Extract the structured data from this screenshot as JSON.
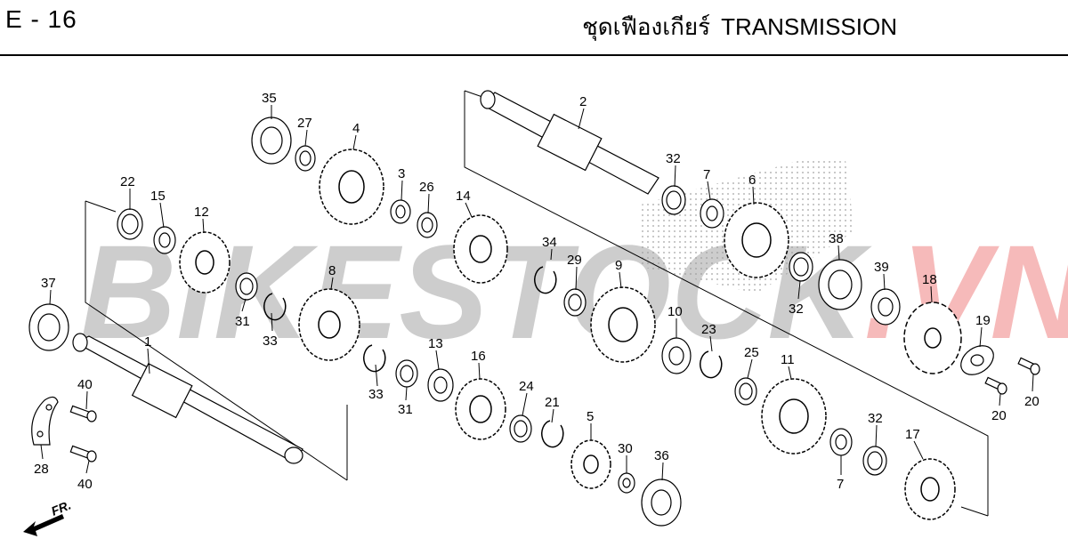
{
  "header": {
    "code": "E - 16",
    "title_thai": "ชุดเฟืองเกียร์",
    "title_en": "TRANSMISSION"
  },
  "watermark": {
    "text_main": "BIKESTOCK",
    "text_accent": ".VN",
    "color_main": "#bdbdbd",
    "color_accent": "#f3a3a3"
  },
  "front_label": "FR.",
  "callouts": [
    "35",
    "27",
    "4",
    "3",
    "26",
    "14",
    "2",
    "32",
    "7",
    "6",
    "22",
    "15",
    "12",
    "38",
    "39",
    "34",
    "29",
    "9",
    "18",
    "37",
    "31",
    "33",
    "8",
    "32",
    "19",
    "1",
    "10",
    "23",
    "25",
    "11",
    "13",
    "33",
    "31",
    "16",
    "24",
    "21",
    "40",
    "5",
    "32",
    "20",
    "20",
    "17",
    "28",
    "30",
    "36",
    "7",
    "40"
  ]
}
